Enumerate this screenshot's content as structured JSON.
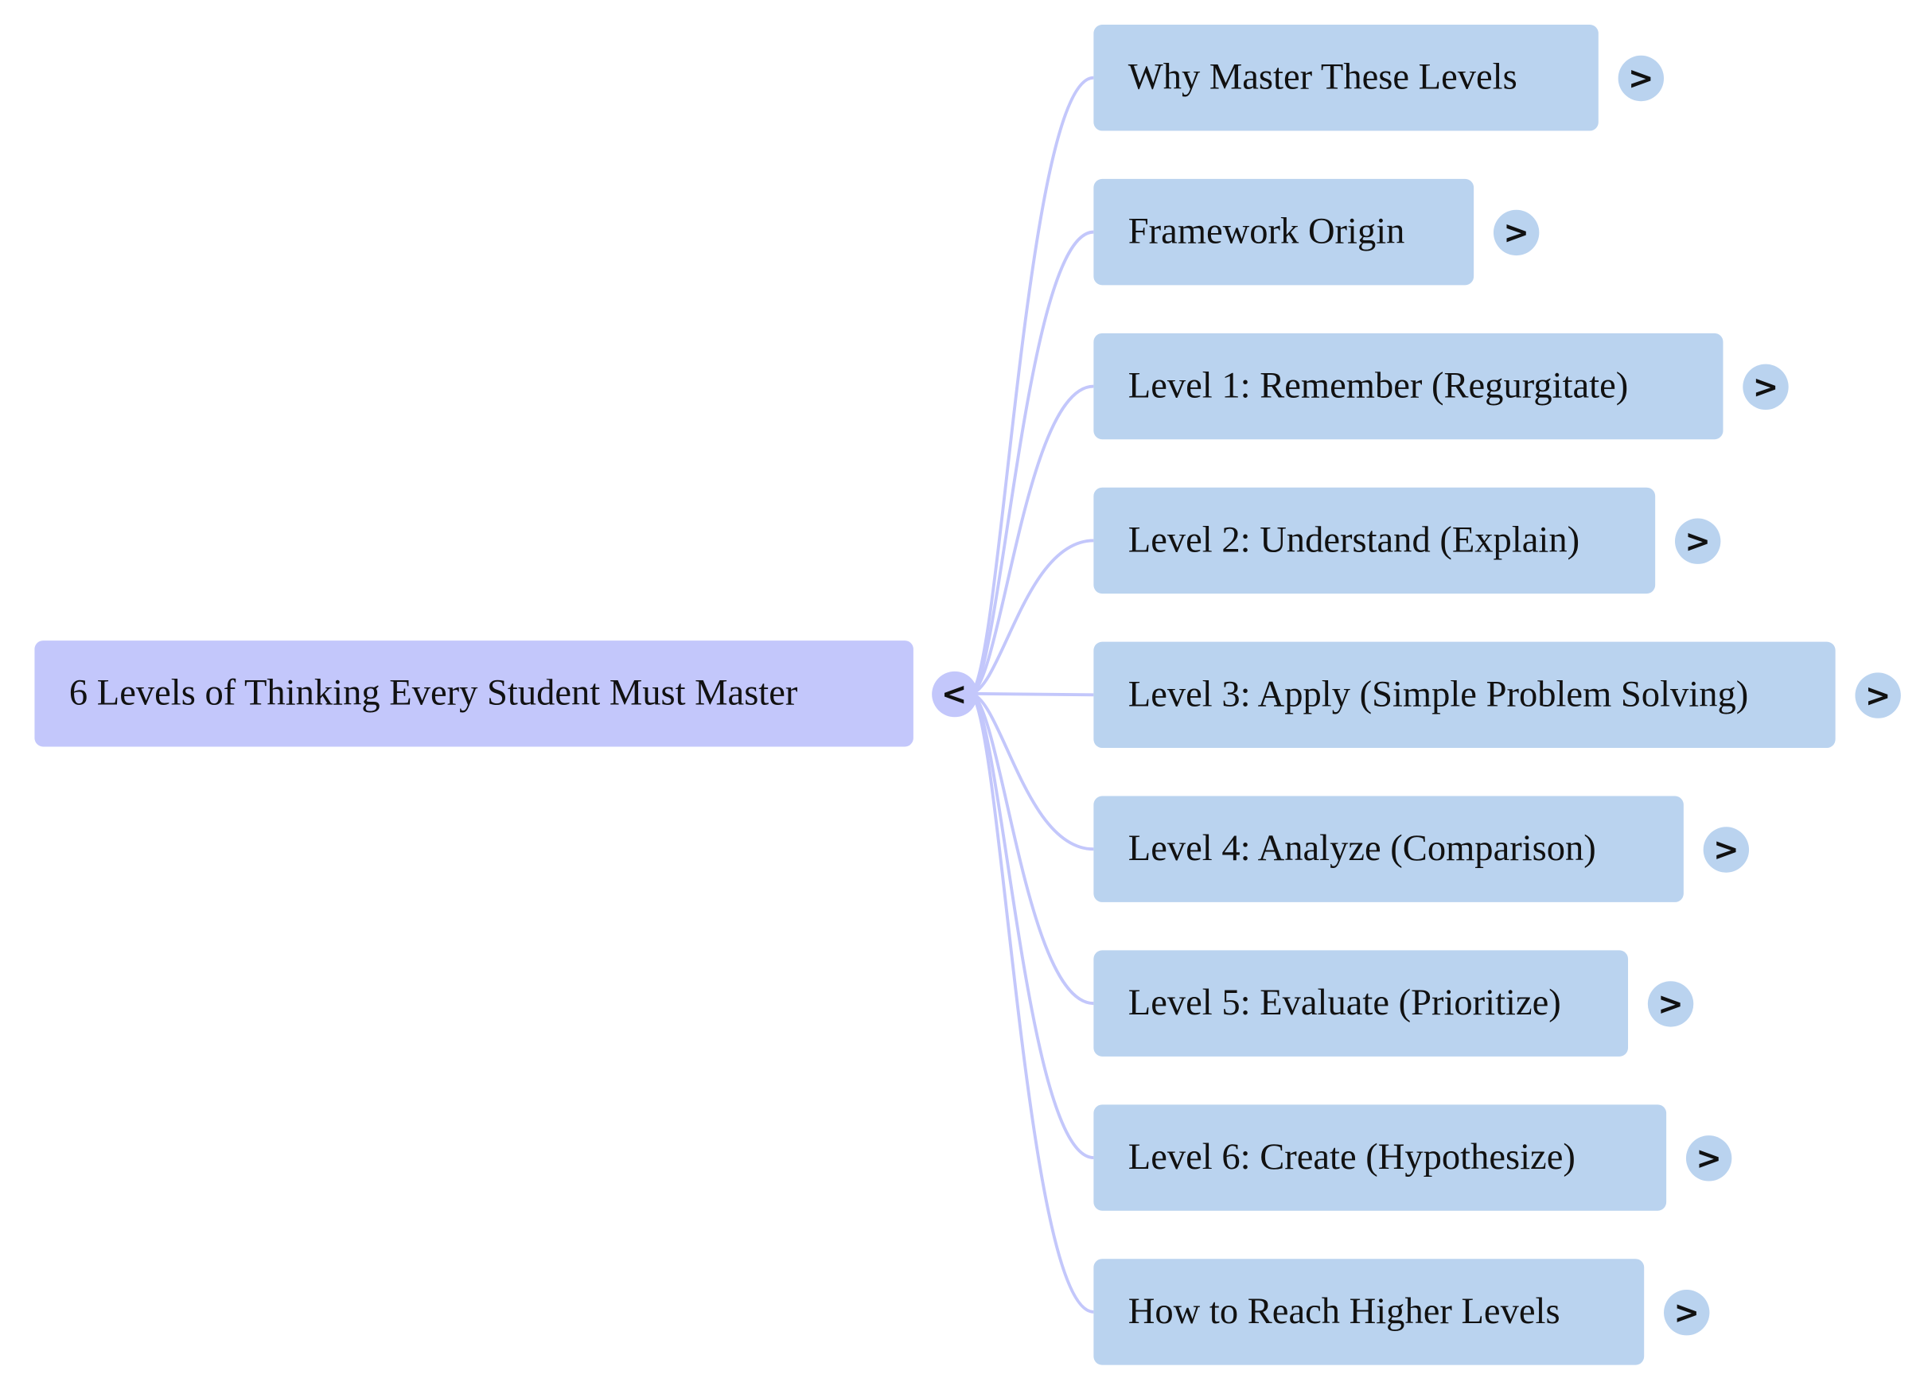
{
  "mindmap": {
    "root": {
      "label": "6 Levels of Thinking Every Student Must Master",
      "toggle": "<"
    },
    "children": [
      {
        "label": "Why Master These Levels",
        "toggle": ">"
      },
      {
        "label": "Framework Origin",
        "toggle": ">"
      },
      {
        "label": "Level 1: Remember (Regurgitate)",
        "toggle": ">"
      },
      {
        "label": "Level 2: Understand (Explain)",
        "toggle": ">"
      },
      {
        "label": "Level 3: Apply (Simple Problem Solving)",
        "toggle": ">"
      },
      {
        "label": "Level 4: Analyze (Comparison)",
        "toggle": ">"
      },
      {
        "label": "Level 5: Evaluate (Prioritize)",
        "toggle": ">"
      },
      {
        "label": "Level 6: Create (Hypothesize)",
        "toggle": ">"
      },
      {
        "label": "How to Reach Higher Levels",
        "toggle": ">"
      }
    ],
    "colors": {
      "root_fill": "#c3c7fb",
      "child_fill": "#bad3ef",
      "connector": "#c3c7fb"
    }
  }
}
